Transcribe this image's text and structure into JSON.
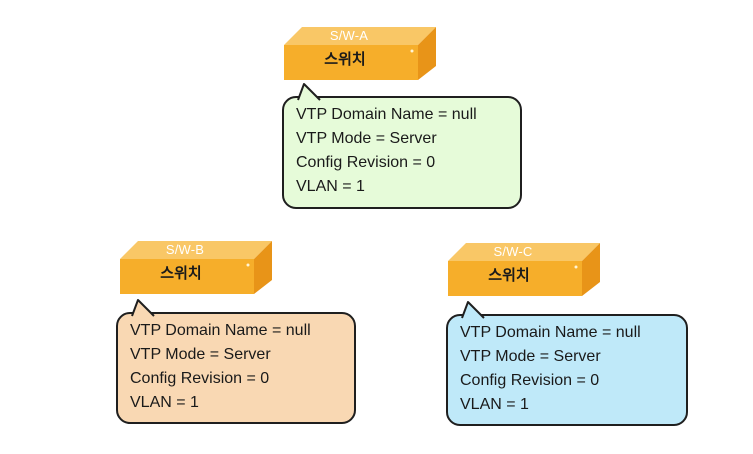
{
  "switches": [
    {
      "name": "S/W-A",
      "label": "스위치",
      "info": {
        "domain": "VTP Domain Name = null",
        "mode": "VTP Mode = Server",
        "revision": "Config Revision = 0",
        "vlan": "VLAN = 1"
      },
      "bubble_color": "#e6fbd9"
    },
    {
      "name": "S/W-B",
      "label": "스위치",
      "info": {
        "domain": "VTP Domain Name = null",
        "mode": "VTP Mode = Server",
        "revision": "Config Revision = 0",
        "vlan": "VLAN = 1"
      },
      "bubble_color": "#f9d8b3"
    },
    {
      "name": "S/W-C",
      "label": "스위치",
      "info": {
        "domain": "VTP Domain Name = null",
        "mode": "VTP Mode = Server",
        "revision": "Config Revision = 0",
        "vlan": "VLAN = 1"
      },
      "bubble_color": "#bfe9f9"
    }
  ],
  "colors": {
    "switch_top": "#f9c766",
    "switch_front": "#f6ae2a",
    "switch_side": "#e89418",
    "bubble_border": "#1f1f1f"
  }
}
